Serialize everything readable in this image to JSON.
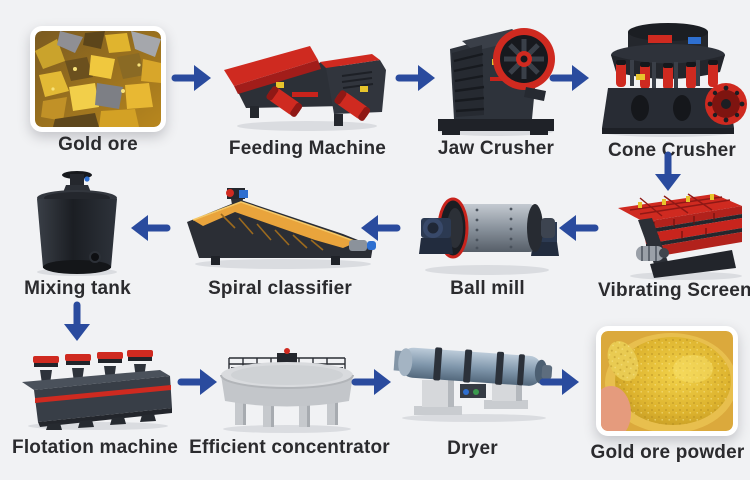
{
  "diagram": {
    "description_labels": {
      "gold_ore": "Gold ore",
      "feeding_machine": "Feeding Machine",
      "jaw_crusher": "Jaw Crusher",
      "cone_crusher": "Cone Crusher",
      "vibrating_screen": "Vibrating Screen",
      "ball_mill": "Ball mill",
      "spiral_classifier": "Spiral classifier",
      "mixing_tank": "Mixing tank",
      "flotation_machine": "Flotation machine",
      "efficient_concentrator": "Efficient concentrator",
      "dryer": "Dryer",
      "gold_ore_powder": "Gold ore powder"
    },
    "nodes": [
      {
        "id": "gold-ore",
        "label": "Gold ore",
        "kind": "photo"
      },
      {
        "id": "feeding-machine",
        "label": "Feeding Machine",
        "kind": "machine"
      },
      {
        "id": "jaw-crusher",
        "label": "Jaw Crusher",
        "kind": "machine"
      },
      {
        "id": "cone-crusher",
        "label": "Cone Crusher",
        "kind": "machine"
      },
      {
        "id": "vibrating-screen",
        "label": "Vibrating Screen",
        "kind": "machine"
      },
      {
        "id": "ball-mill",
        "label": "Ball mill",
        "kind": "machine"
      },
      {
        "id": "spiral-classifier",
        "label": "Spiral classifier",
        "kind": "machine"
      },
      {
        "id": "mixing-tank",
        "label": "Mixing tank",
        "kind": "machine"
      },
      {
        "id": "flotation-machine",
        "label": "Flotation machine",
        "kind": "machine"
      },
      {
        "id": "efficient-concentrator",
        "label": "Efficient concentrator",
        "kind": "machine"
      },
      {
        "id": "dryer",
        "label": "Dryer",
        "kind": "machine"
      },
      {
        "id": "gold-ore-powder",
        "label": "Gold ore powder",
        "kind": "photo"
      }
    ],
    "flow_arrows": [
      {
        "from": "gold-ore",
        "to": "feeding-machine",
        "direction": "right"
      },
      {
        "from": "feeding-machine",
        "to": "jaw-crusher",
        "direction": "right"
      },
      {
        "from": "jaw-crusher",
        "to": "cone-crusher",
        "direction": "right"
      },
      {
        "from": "cone-crusher",
        "to": "vibrating-screen",
        "direction": "down"
      },
      {
        "from": "vibrating-screen",
        "to": "ball-mill",
        "direction": "left"
      },
      {
        "from": "ball-mill",
        "to": "spiral-classifier",
        "direction": "left"
      },
      {
        "from": "spiral-classifier",
        "to": "mixing-tank",
        "direction": "left"
      },
      {
        "from": "mixing-tank",
        "to": "flotation-machine",
        "direction": "down"
      },
      {
        "from": "flotation-machine",
        "to": "efficient-concentrator",
        "direction": "right"
      },
      {
        "from": "efficient-concentrator",
        "to": "dryer",
        "direction": "right"
      },
      {
        "from": "dryer",
        "to": "gold-ore-powder",
        "direction": "right"
      }
    ]
  },
  "colors": {
    "background": "#F1F2F4",
    "label_text": "#2B2B2E",
    "arrow": "#2A4B9E",
    "machine_red": "#CF2A20",
    "machine_dark": "#2C3038",
    "classifier_yellow": "#E9A43C",
    "concrete_gray": "#CFD2D5",
    "drum_blue_gray": "#7E95AA",
    "gold": "#D9A520"
  }
}
